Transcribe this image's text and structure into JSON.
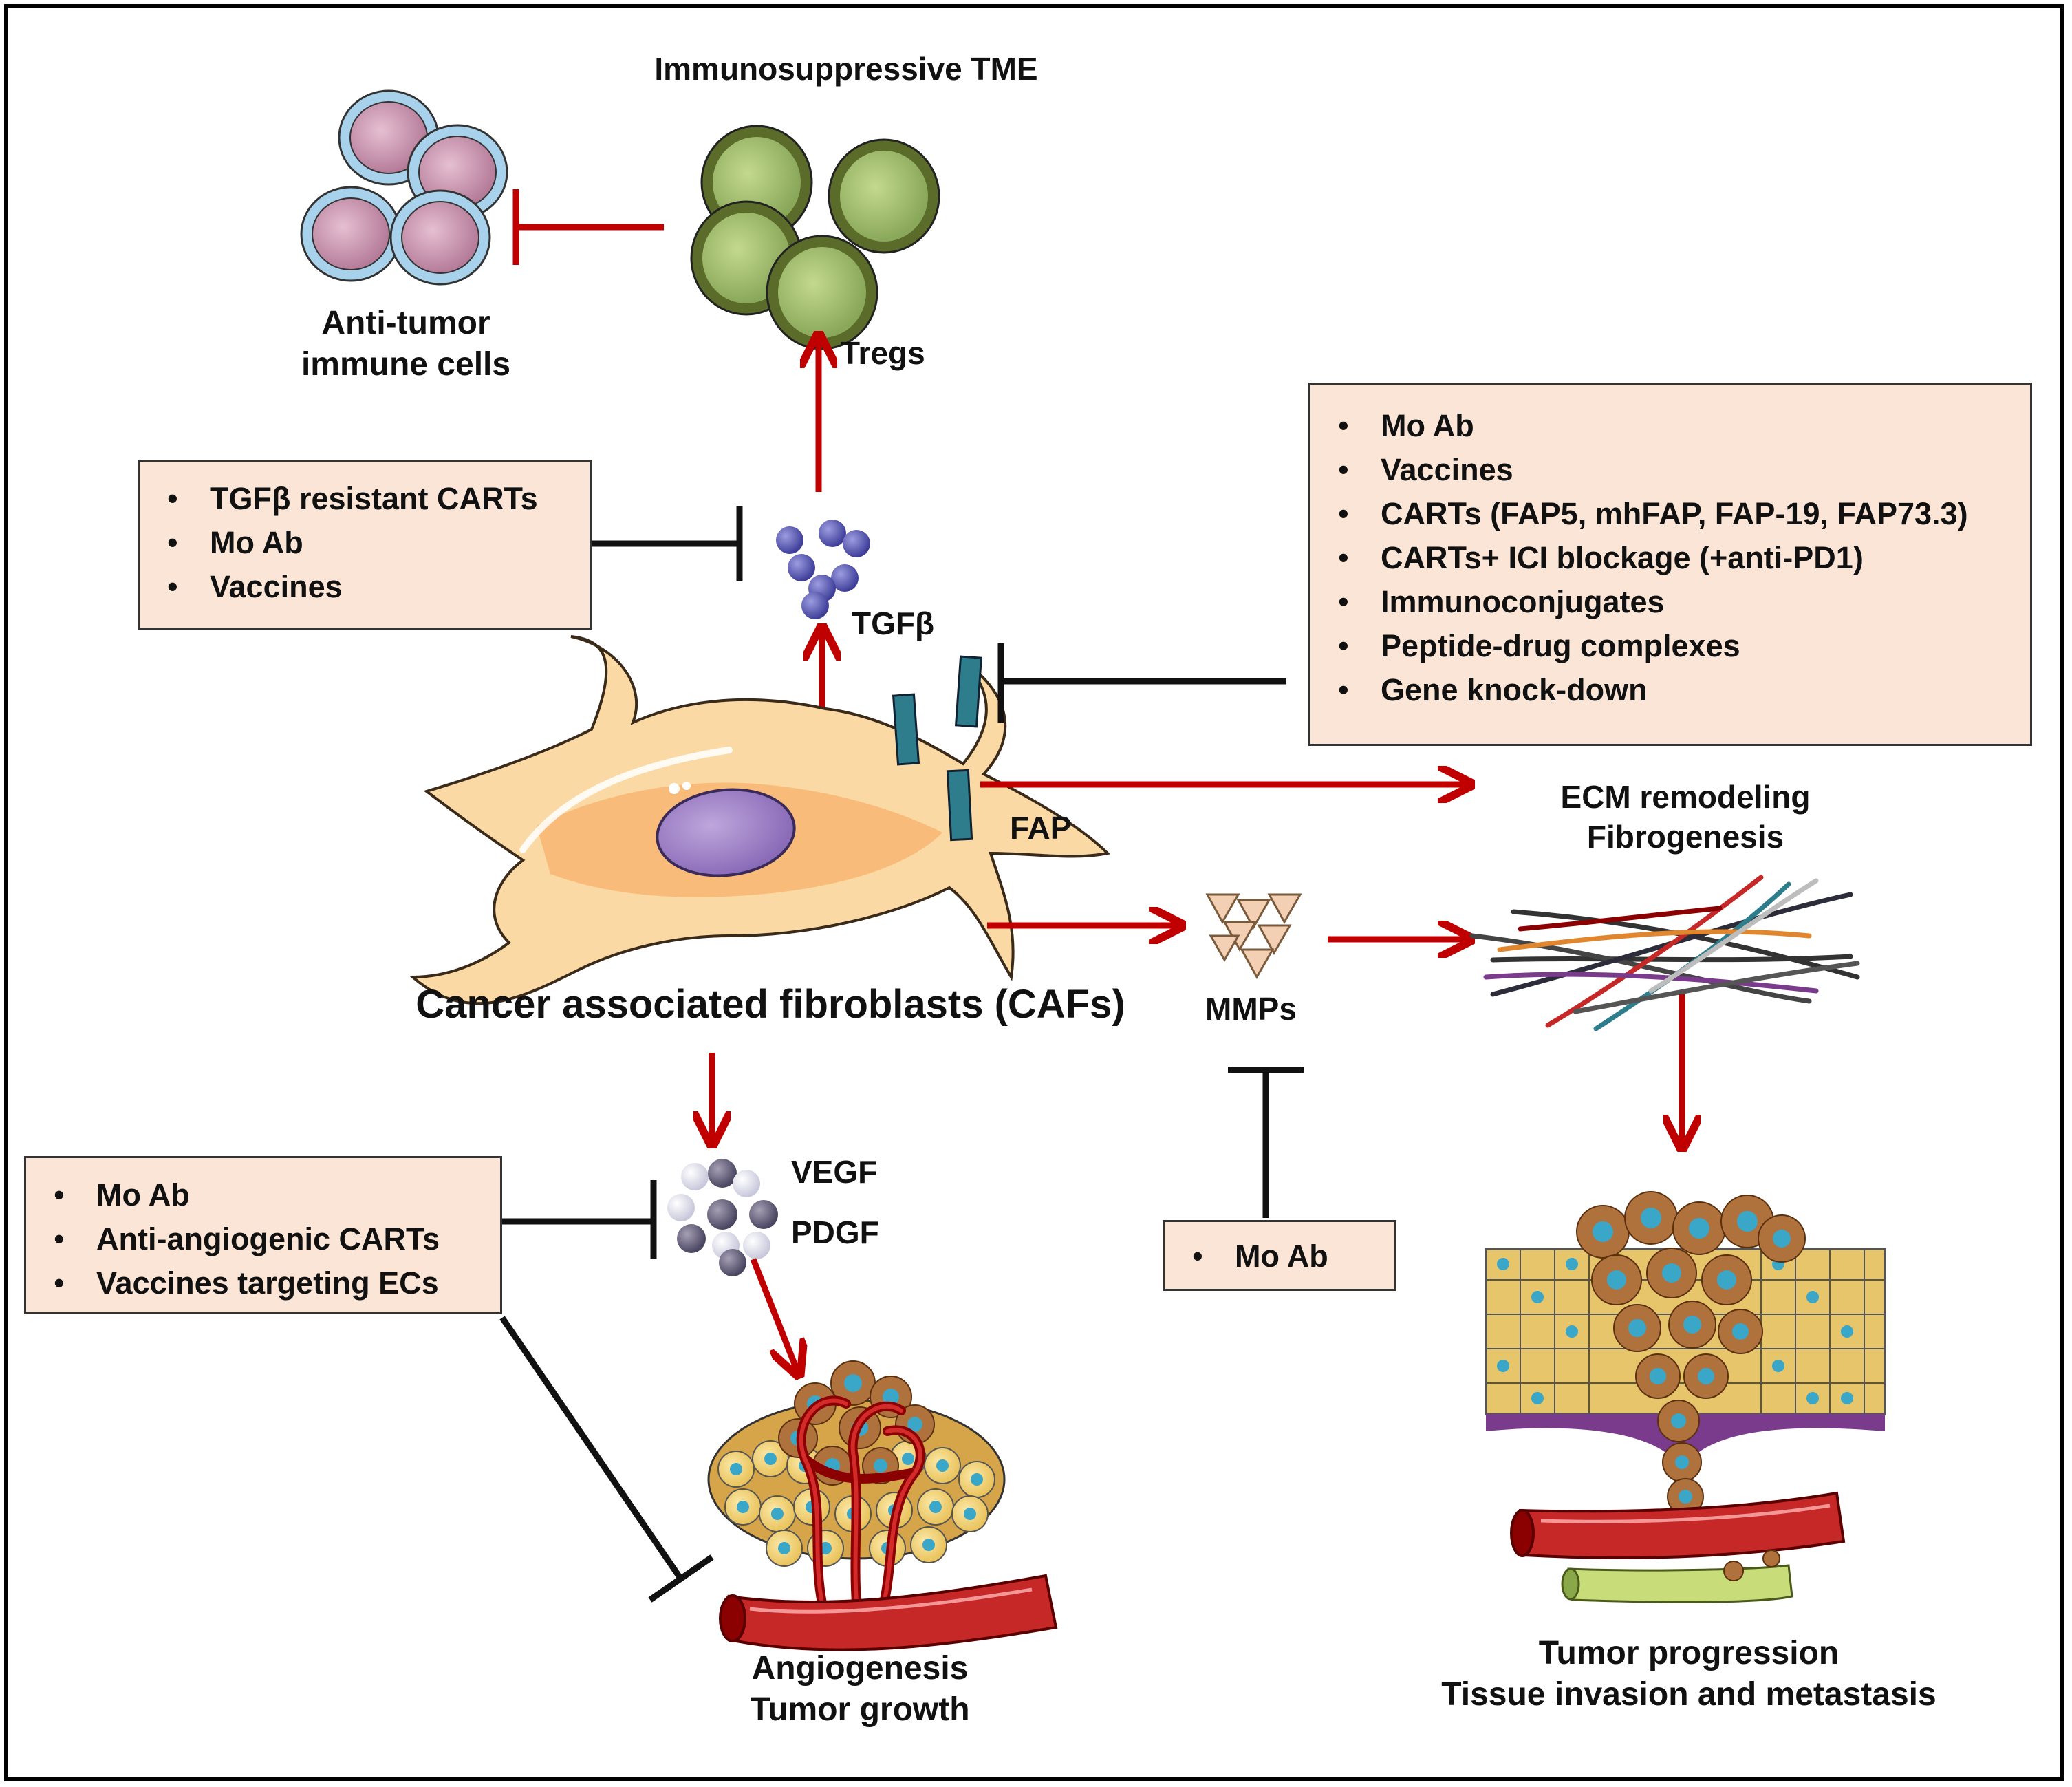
{
  "title": "Immunosuppressive TME",
  "nodes": {
    "anti_tumor": [
      "Anti-tumor",
      "immune cells"
    ],
    "tregs": "Tregs",
    "tgfb": "TGFβ",
    "fap": "FAP",
    "cafs": "Cancer associated fibroblasts (CAFs)",
    "ecm": [
      "ECM remodeling",
      "Fibrogenesis"
    ],
    "mmps": "MMPs",
    "vegf": "VEGF",
    "pdgf": "PDGF",
    "angiogenesis": [
      "Angiogenesis",
      "Tumor growth"
    ],
    "progression": [
      "Tumor progression",
      "Tissue invasion and metastasis"
    ]
  },
  "boxes": {
    "tgfb_therapies": [
      "TGFβ resistant CARTs",
      "Mo Ab",
      "Vaccines"
    ],
    "fap_therapies": [
      "Mo Ab",
      "Vaccines",
      "CARTs (FAP5, mhFAP, FAP-19, FAP73.3)",
      "CARTs+ ICI  blockage (+anti-PD1)",
      "Immunoconjugates",
      "Peptide-drug complexes",
      "Gene knock-down"
    ],
    "vegf_therapies": [
      "Mo Ab",
      "Anti-angiogenic CARTs",
      "Vaccines targeting ECs"
    ],
    "mmp_therapies": [
      "Mo Ab"
    ]
  },
  "colors": {
    "activation_arrow": "#c00000",
    "inhibition": "#111111",
    "box_fill": "#fbe5d6",
    "fap_receptor": "#2e7d8c"
  }
}
